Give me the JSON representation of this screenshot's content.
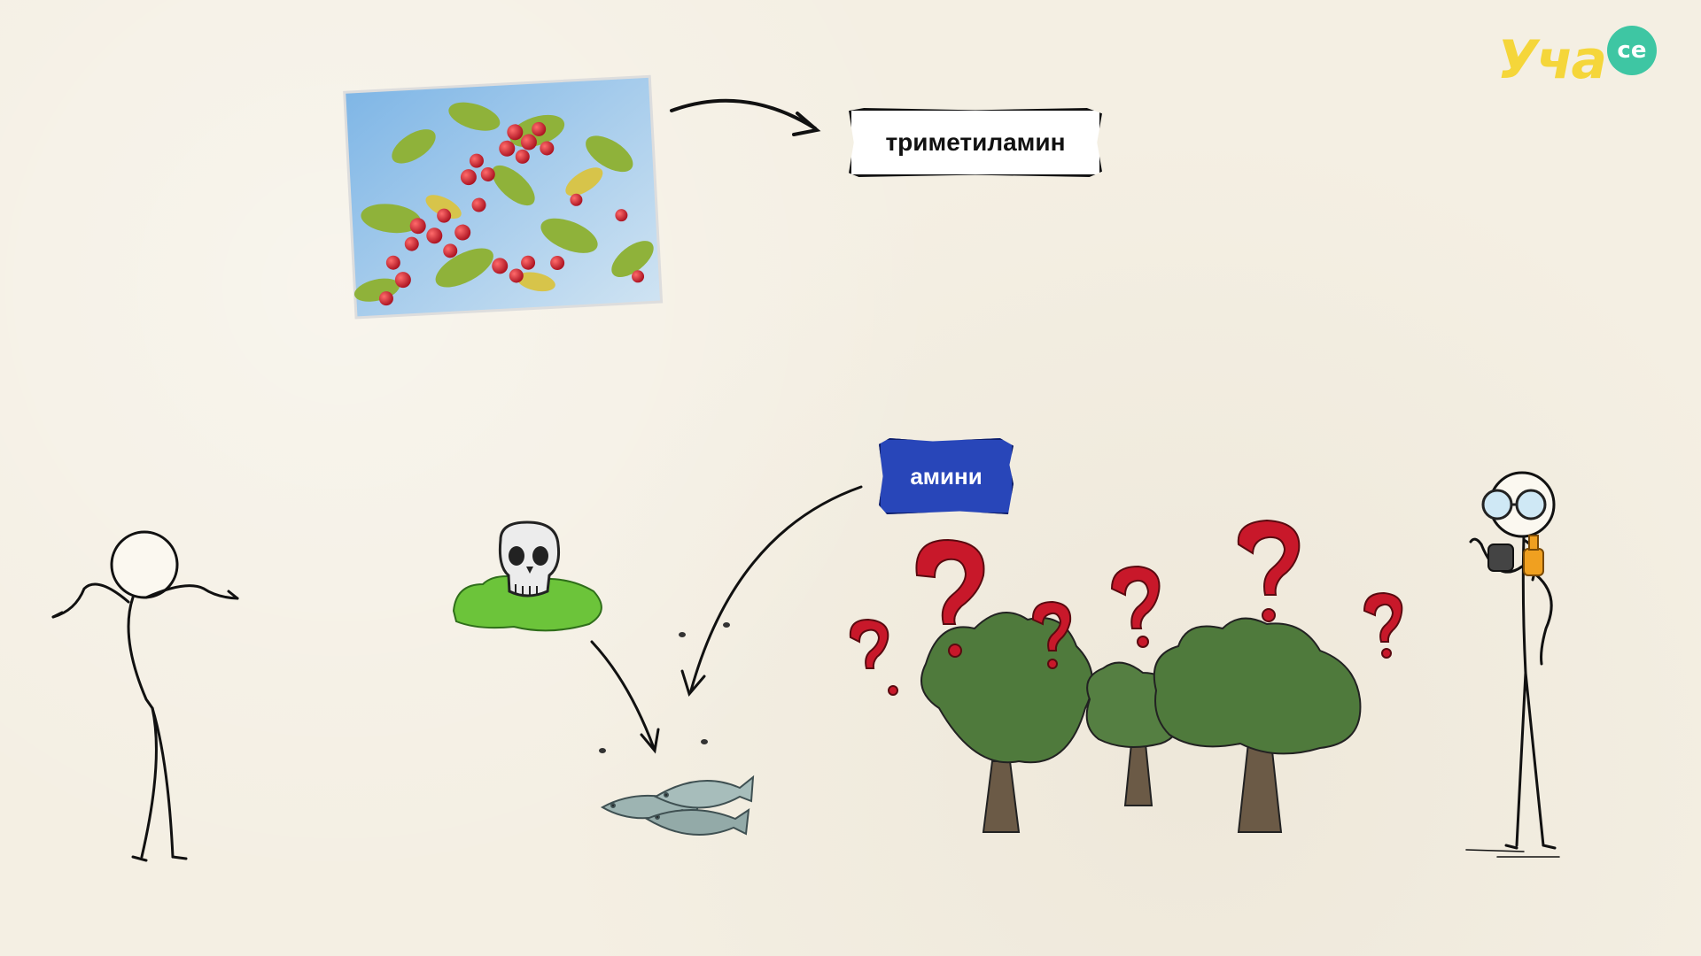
{
  "scene": {
    "logo": {
      "text": "Уча",
      "badge": "се"
    },
    "labels": {
      "trimethylamine": "триметиламин",
      "amines": "амини"
    },
    "icons": [
      "berries-photo",
      "arrow-icon",
      "skull-icon",
      "fish-icon",
      "question-mark-icon",
      "tree-icon",
      "stick-figure",
      "perfume-bottle-icon"
    ],
    "colors": {
      "background": "#f4efe3",
      "label_blue": "#2846b9",
      "question_red": "#c8182a",
      "tree_green": "#4f7a3c",
      "slime_green": "#6cc43a",
      "logo_yellow": "#f5d63a",
      "logo_teal": "#3ec6a3"
    }
  }
}
